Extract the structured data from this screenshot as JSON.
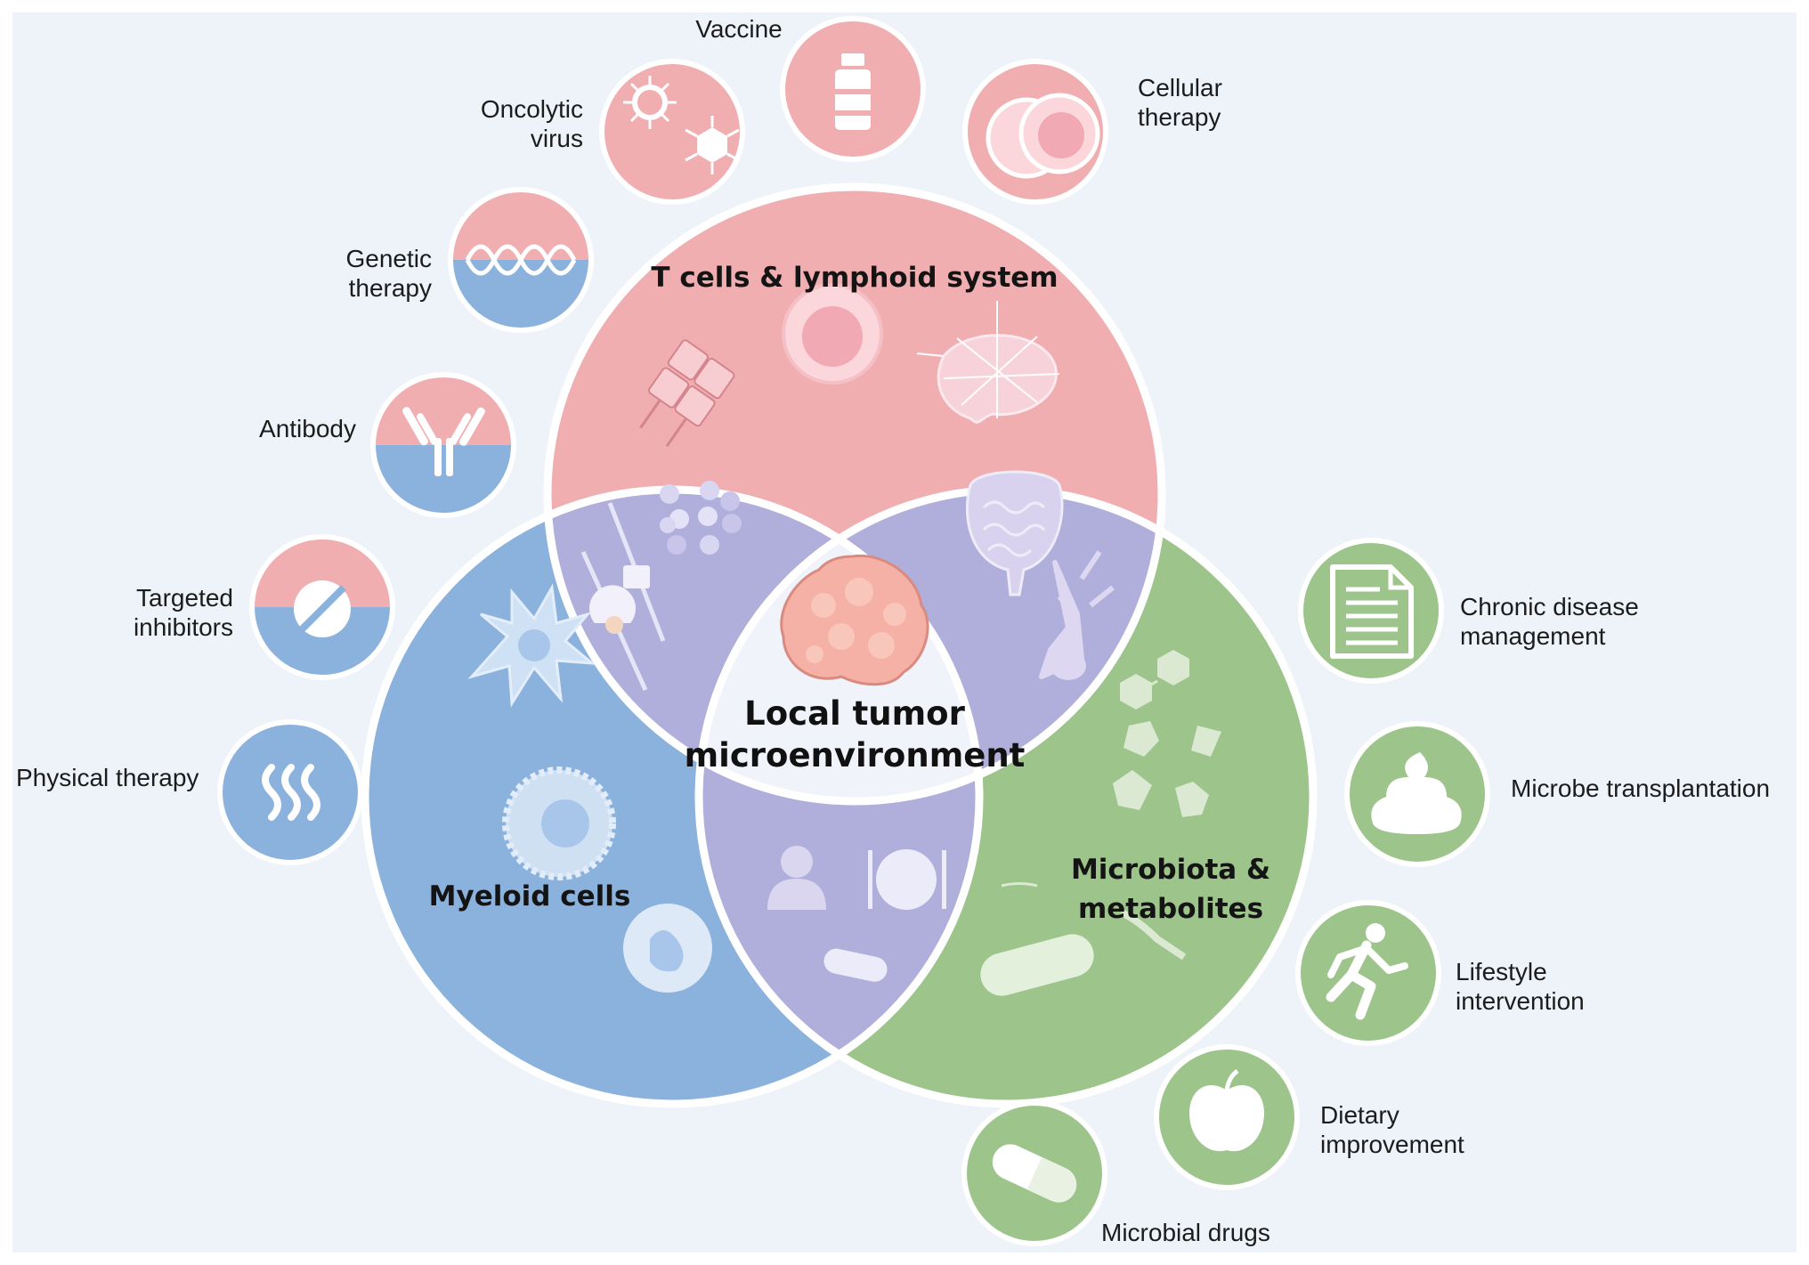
{
  "diagram": {
    "center": {
      "lines": [
        "Local tumor",
        "microenvironment"
      ]
    },
    "regions": {
      "t_cells": {
        "lines": [
          "T cells & lymphoid system"
        ],
        "color": "#f0b0b0"
      },
      "myeloid": {
        "lines": [
          "Myeloid cells"
        ],
        "color": "#8ab2dd"
      },
      "microbiota": {
        "lines": [
          "Microbiota &",
          "metabolites"
        ],
        "color": "#9dc48b"
      },
      "overlap_color": "#b0aedb",
      "center_color": "#f0f3fa"
    },
    "therapies": {
      "vaccine": {
        "lines": [
          "Vaccine"
        ],
        "icon": "vial-icon"
      },
      "oncolytic_virus": {
        "lines": [
          "Oncolytic",
          "virus"
        ],
        "icon": "virus-icon"
      },
      "cellular_therapy": {
        "lines": [
          "Cellular",
          "therapy"
        ],
        "icon": "cell-icon"
      },
      "genetic_therapy": {
        "lines": [
          "Genetic",
          "therapy"
        ],
        "icon": "dna-icon"
      },
      "antibody": {
        "lines": [
          "Antibody"
        ],
        "icon": "antibody-icon"
      },
      "targeted_inhibitors": {
        "lines": [
          "Targeted",
          "inhibitors"
        ],
        "icon": "pill-icon"
      },
      "physical_therapy": {
        "lines": [
          "Physical therapy"
        ],
        "icon": "heat-waves-icon"
      },
      "chronic_disease": {
        "lines": [
          "Chronic disease",
          "management"
        ],
        "icon": "document-icon"
      },
      "microbe_transplant": {
        "lines": [
          "Microbe transplantation"
        ],
        "icon": "stool-icon"
      },
      "lifestyle": {
        "lines": [
          "Lifestyle",
          "intervention"
        ],
        "icon": "running-person-icon"
      },
      "dietary": {
        "lines": [
          "Dietary",
          "improvement"
        ],
        "icon": "apple-icon"
      },
      "microbial_drugs": {
        "lines": [
          "Microbial drugs"
        ],
        "icon": "capsule-icon"
      }
    },
    "colors": {
      "background": "#eef3fa",
      "pink": "#f1aeb0",
      "blue": "#8ab2dd",
      "green": "#9dc48b"
    }
  }
}
